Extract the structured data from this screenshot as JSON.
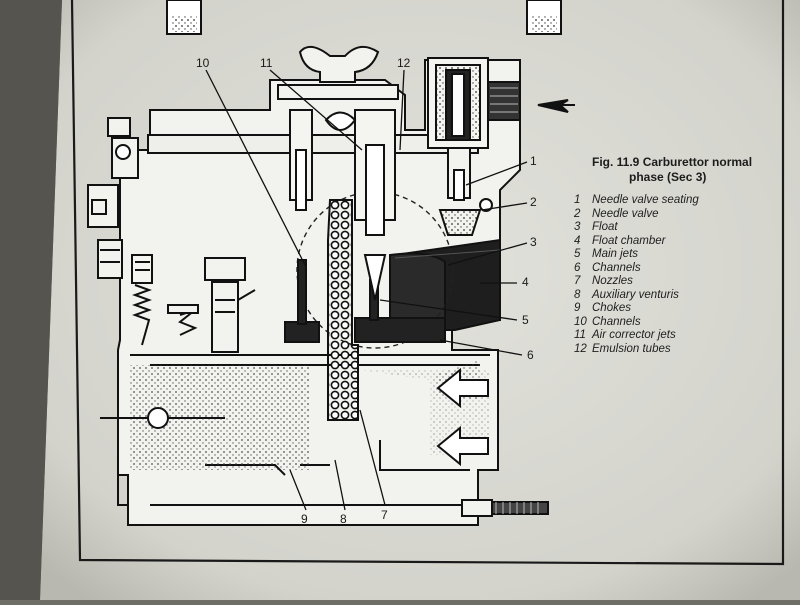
{
  "caption": {
    "title": "Fig. 11.9 Carburettor normal",
    "subtitle": "phase (Sec 3)"
  },
  "legend": [
    {
      "num": "1",
      "label": "Needle valve seating"
    },
    {
      "num": "2",
      "label": "Needle valve"
    },
    {
      "num": "3",
      "label": "Float"
    },
    {
      "num": "4",
      "label": "Float chamber"
    },
    {
      "num": "5",
      "label": "Main jets"
    },
    {
      "num": "6",
      "label": "Channels"
    },
    {
      "num": "7",
      "label": "Nozzles"
    },
    {
      "num": "8",
      "label": "Auxiliary venturis"
    },
    {
      "num": "9",
      "label": "Chokes"
    },
    {
      "num": "10",
      "label": "Channels"
    },
    {
      "num": "11",
      "label": "Air corrector jets"
    },
    {
      "num": "12",
      "label": "Emulsion tubes"
    }
  ],
  "callouts": {
    "c1": "1",
    "c2": "2",
    "c3": "3",
    "c4": "4",
    "c5": "5",
    "c6": "6",
    "c7": "7",
    "c8": "8",
    "c9": "9",
    "c10": "10",
    "c11": "11",
    "c12": "12"
  },
  "colors": {
    "paper": "#dcdcd6",
    "ink": "#1a1a1a",
    "fuel": "#202020"
  }
}
